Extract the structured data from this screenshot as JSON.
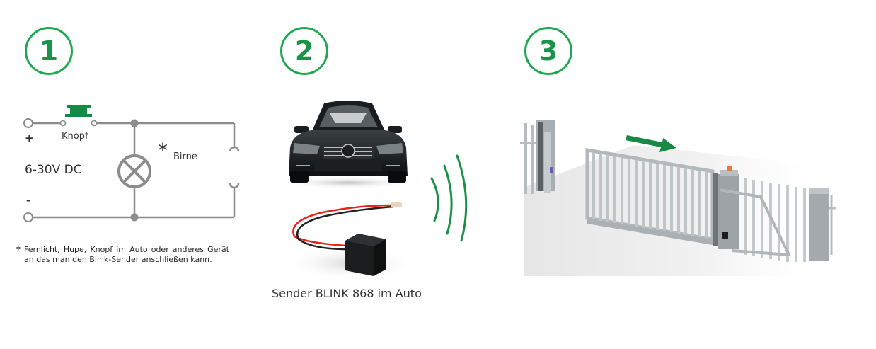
{
  "steps": [
    {
      "number": "1"
    },
    {
      "number": "2"
    },
    {
      "number": "3"
    }
  ],
  "circuit": {
    "button_label": "Knopf",
    "plus_label": "+",
    "minus_label": "-",
    "voltage_label": "6-30V DC",
    "bulb_star": "*",
    "bulb_label": "Birne",
    "footnote_star": "*",
    "footnote": "Fernlicht, Hupe, Knopf im Auto oder anderes Gerät an das man den Blink-Sender anschließen kann."
  },
  "device": {
    "caption": "Sender BLINK 868 im Auto"
  },
  "colors": {
    "accent_green": "#1fa84f",
    "dark_green": "#168a45",
    "wire_gray": "#8c8c8c"
  }
}
